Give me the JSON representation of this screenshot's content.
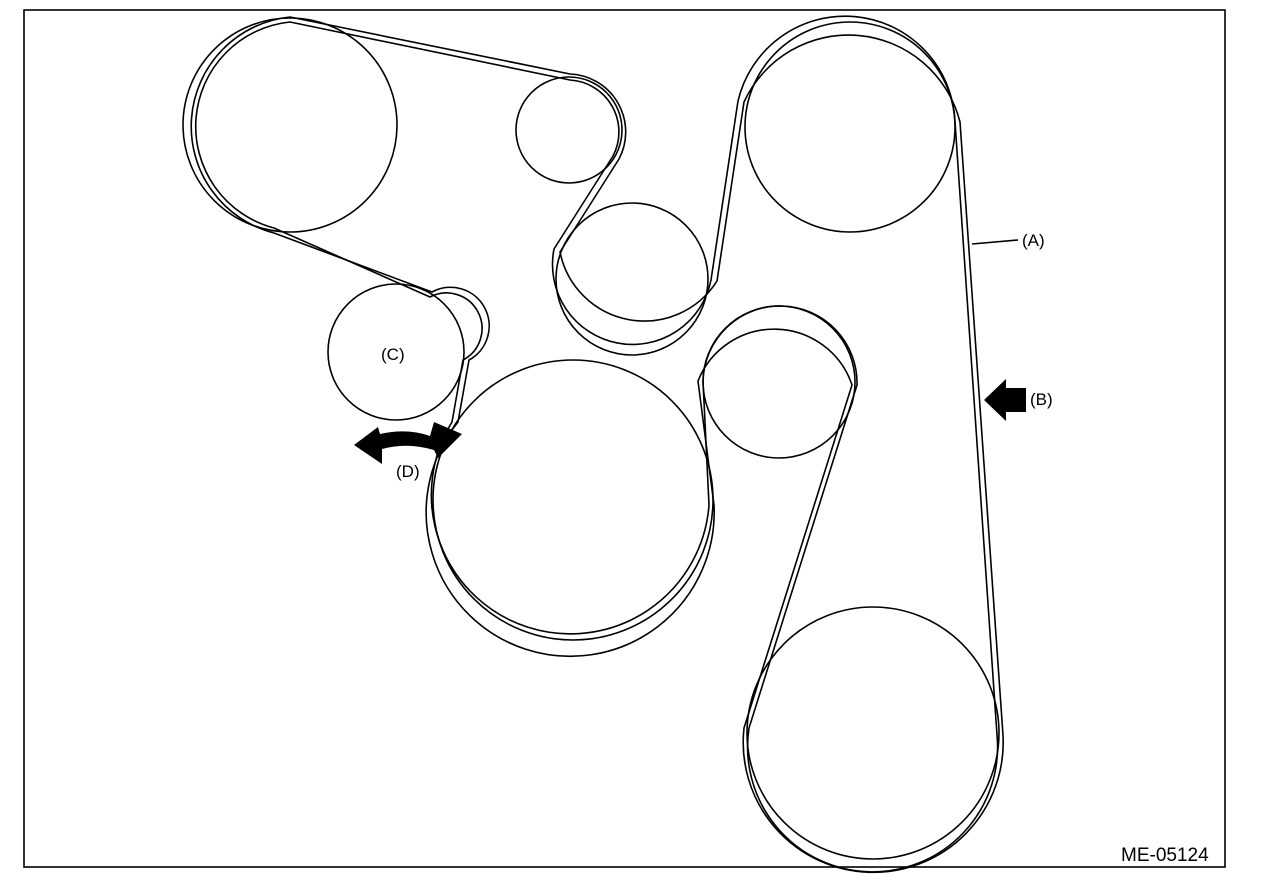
{
  "figure": {
    "labels": {
      "belt": "(A)",
      "press_point": "(B)",
      "tensioner": "(C)",
      "tensioner_movement": "(D)"
    },
    "figure_code": "ME-05124"
  }
}
